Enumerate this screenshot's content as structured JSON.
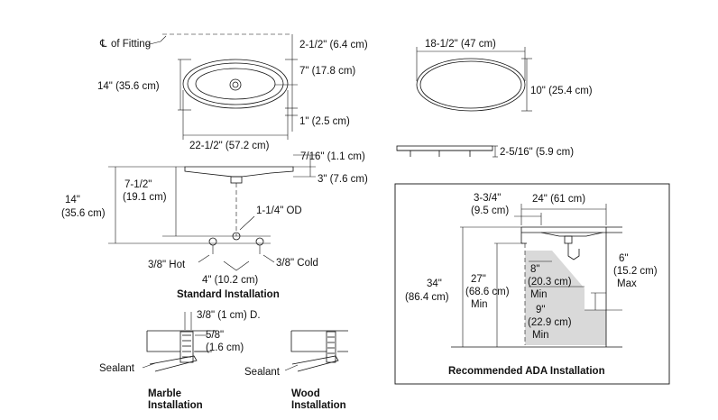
{
  "top_view": {
    "cl_label": "of Fitting",
    "depth": "14\" (35.6 cm)",
    "width": "22-1/2\" (57.2 cm)",
    "setback": "2-1/2\" (6.4 cm)",
    "center": "7\" (17.8 cm)",
    "rim": "1\" (2.5 cm)"
  },
  "cutout_view": {
    "width": "18-1/2\" (47 cm)",
    "height": "10\" (25.4 cm)",
    "thickness": "2-5/16\" (5.9 cm)"
  },
  "side_view": {
    "rim_height": "7/16\" (1.1 cm)",
    "bowl_depth": "3\" (7.6 cm)",
    "total_height_a": "7-1/2\"",
    "total_height_b": "(19.1 cm)",
    "overall_a": "14\"",
    "overall_b": "(35.6 cm)",
    "drain": "1-1/4\" OD",
    "hot": "3/8\" Hot",
    "cold": "3/8\" Cold",
    "spacing": "4\" (10.2 cm)",
    "caption": "Standard Installation"
  },
  "details": {
    "bolt": "3/8\" (1 cm) D.",
    "depth_a": "5/8\"",
    "depth_b": "(1.6 cm)",
    "sealant_1": "Sealant",
    "sealant_2": "Sealant",
    "marble_a": "Marble",
    "marble_b": "Installation",
    "wood_a": "Wood",
    "wood_b": "Installation"
  },
  "ada": {
    "front": "3-3/4\"",
    "front_b": "(9.5 cm)",
    "counter": "24\" (61 cm)",
    "height_a": "34\"",
    "height_b": "(86.4 cm)",
    "knee_a": "27\"",
    "knee_b": "(68.6 cm)",
    "knee_c": "Min",
    "toe_a": "8\"",
    "toe_b": "(20.3 cm)",
    "toe_c": "Min",
    "toe2_a": "9\"",
    "toe2_b": "(22.9 cm)",
    "toe2_c": "Min",
    "max_a": "6\"",
    "max_b": "(15.2 cm)",
    "max_c": "Max",
    "caption": "Recommended ADA Installation"
  }
}
